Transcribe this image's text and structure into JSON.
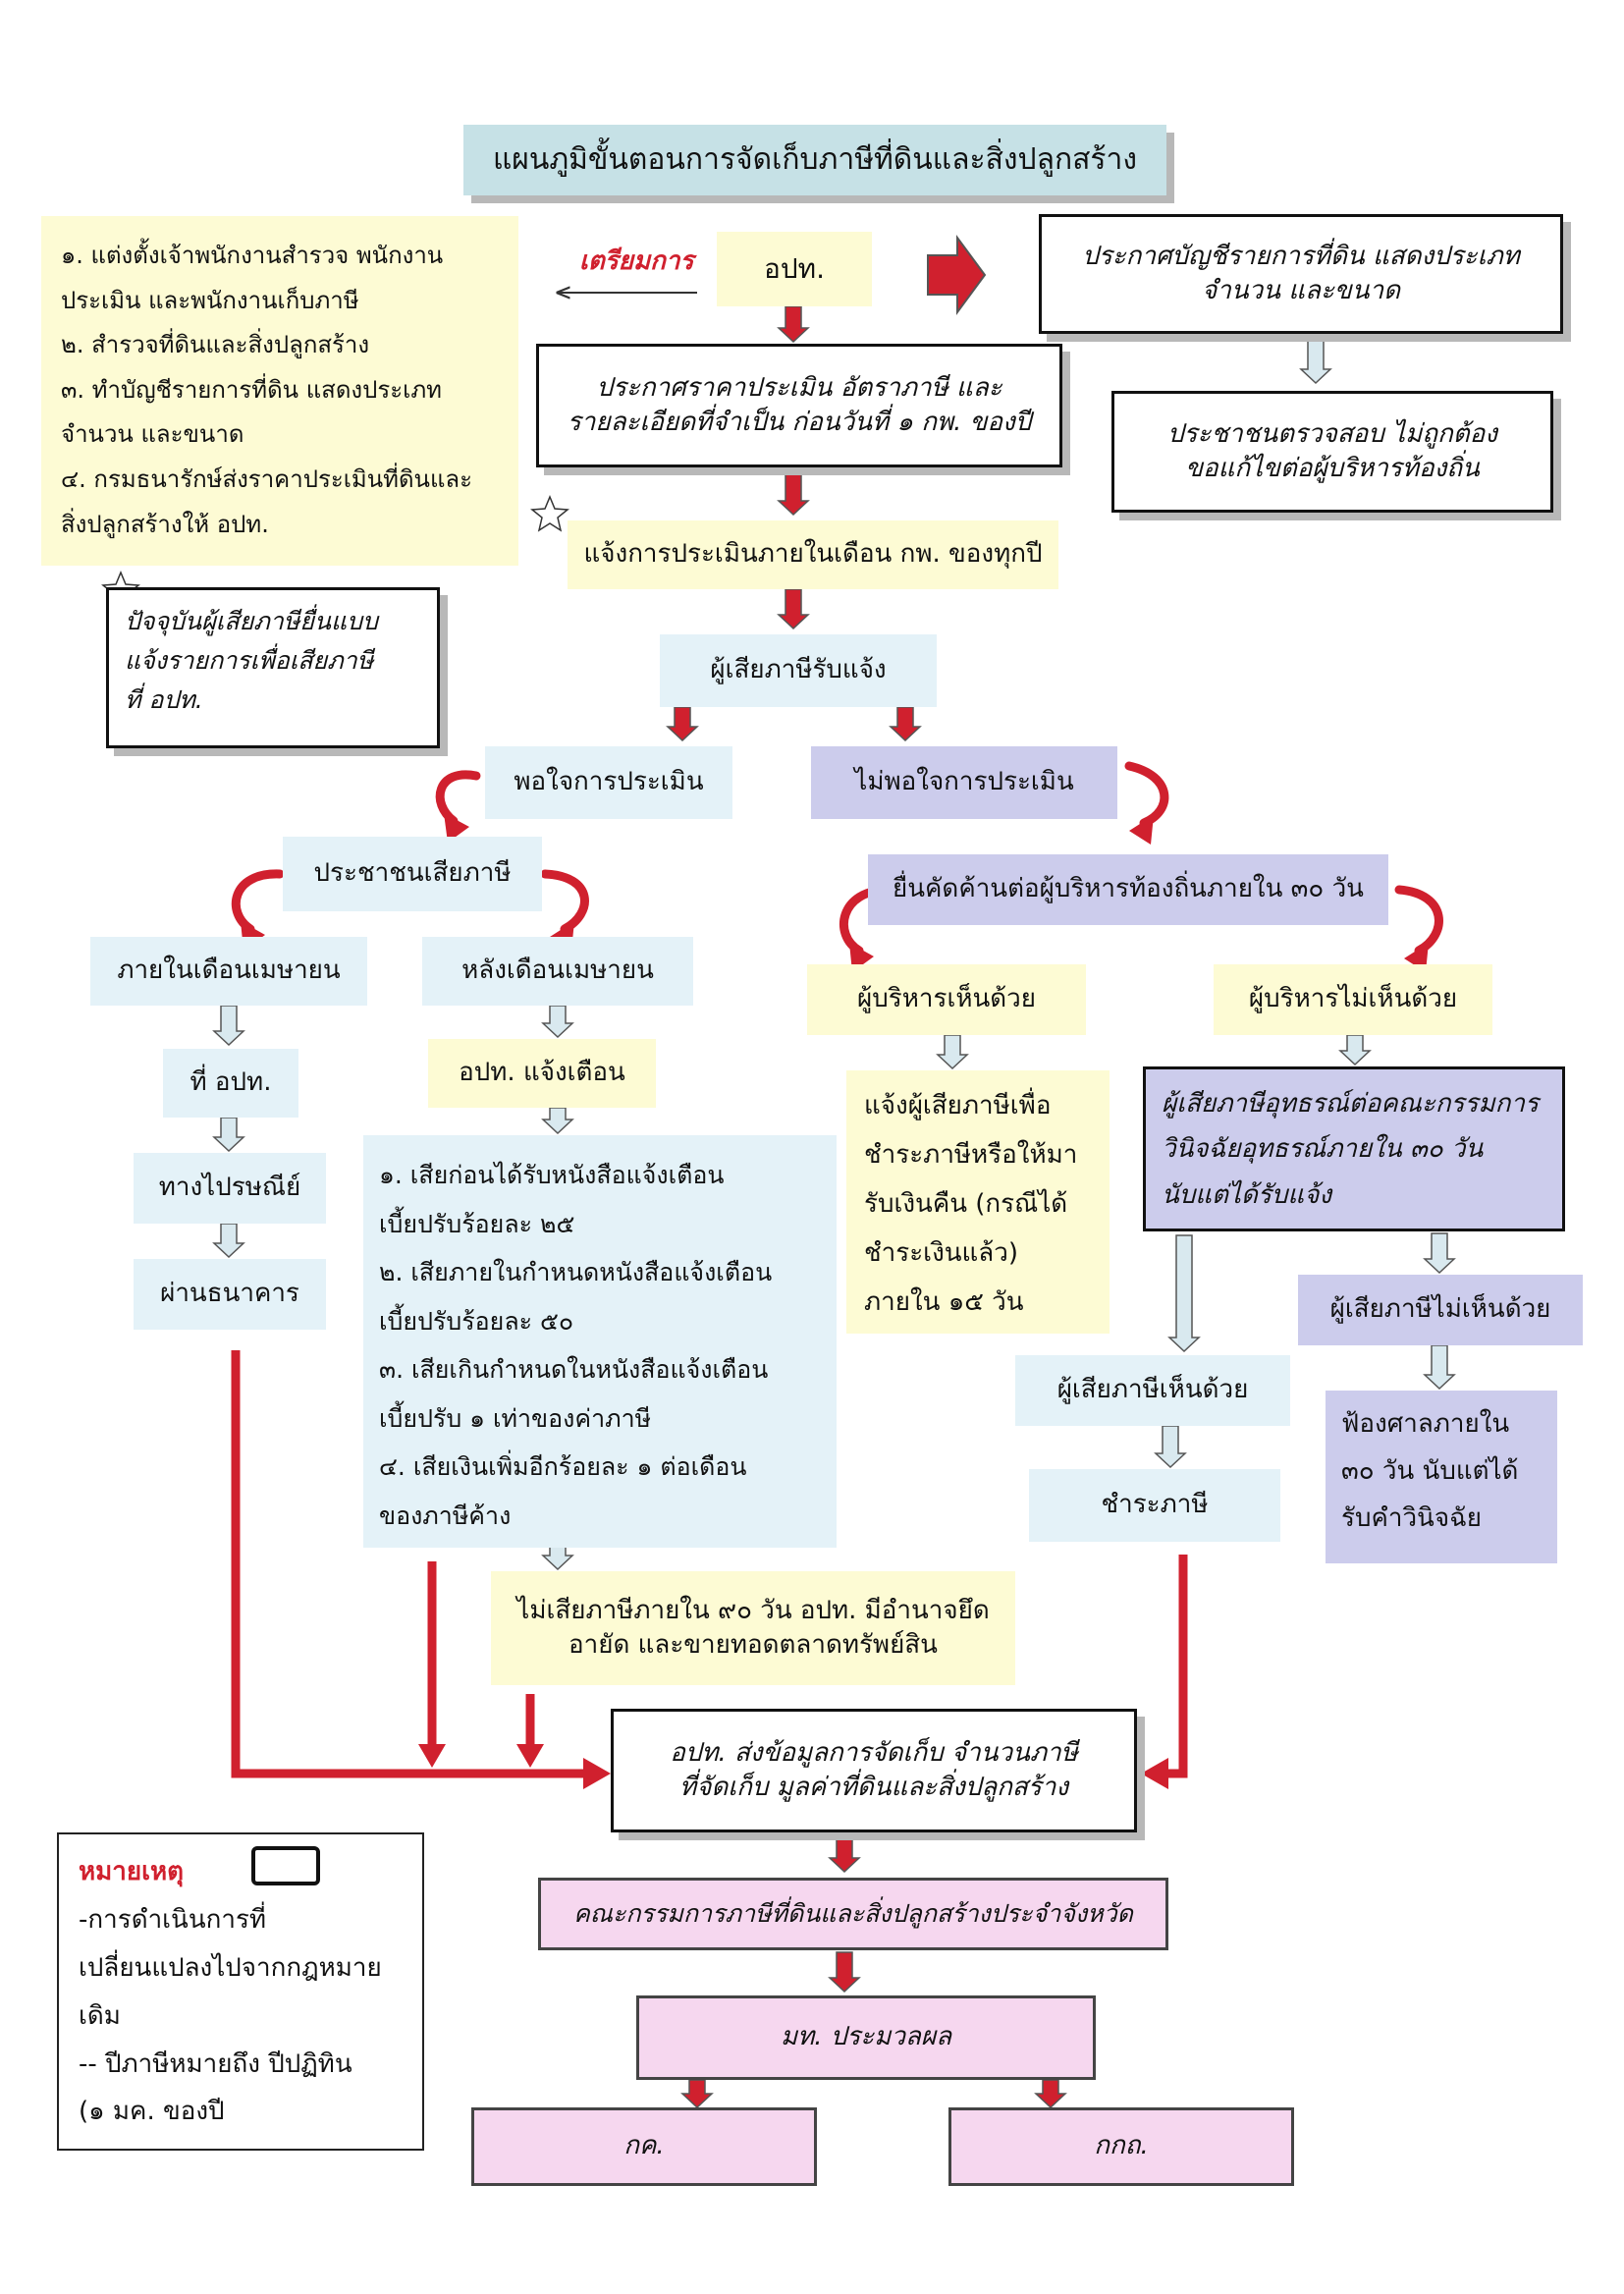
{
  "title": "แผนภูมิขั้นตอนการจัดเก็บภาษีที่ดินและสิ่งปลูกสร้าง",
  "prep": {
    "label": "เตรียมการ",
    "items": [
      "๑. แต่งตั้งเจ้าพนักงานสำรวจ พนักงาน",
      "ประเมิน และพนักงานเก็บภาษี",
      "๒. สำรวจที่ดินและสิ่งปลูกสร้าง",
      "๓. ทำบัญชีรายการที่ดิน แสดงประเภท",
      "จำนวน และขนาด",
      "๔. กรมธนารักษ์ส่งราคาประเมินที่ดินและ",
      "สิ่งปลูกสร้างให้ อปท."
    ]
  },
  "current": [
    "ปัจจุบันผู้เสียภาษียื่นแบบ",
    "แจ้งรายการเพื่อเสียภาษี",
    "ที่ อปท."
  ],
  "opt": "อปท.",
  "announce_price": [
    "ประกาศราคาประเมิน อัตราภาษี และ",
    "รายละเอียดที่จำเป็น ก่อนวันที่ ๑ กพ. ของปี"
  ],
  "announce_list": [
    "ประกาศบัญชีรายการที่ดิน แสดงประเภท",
    "จำนวน และขนาด"
  ],
  "public_check": [
    "ประชาชนตรวจสอบ ไม่ถูกต้อง",
    "ขอแก้ไขต่อผู้บริหารท้องถิ่น"
  ],
  "notify": "แจ้งการประเมินภายในเดือน กพ. ของทุกปี",
  "receive": "ผู้เสียภาษีรับแจ้ง",
  "satisfied": "พอใจการประเมิน",
  "unsatisfied": "ไม่พอใจการประเมิน",
  "pay": "ประชาชนเสียภาษี",
  "within_april": "ภายในเดือนเมษายน",
  "after_april": "หลังเดือนเมษายน",
  "at_opt": "ที่ อปท.",
  "post": "ทางไปรษณีย์",
  "bank": "ผ่านธนาคาร",
  "opt_warn": "อปท. แจ้งเตือน",
  "penalties": [
    "๑. เสียก่อนได้รับหนังสือแจ้งเตือน",
    "เบี้ยปรับร้อยละ ๒๕",
    "๒. เสียภายในกำหนดหนังสือแจ้งเตือน",
    "เบี้ยปรับร้อยละ ๕๐",
    "๓. เสียเกินกำหนดในหนังสือแจ้งเตือน",
    "เบี้ยปรับ ๑ เท่าของค่าภาษี",
    "๔. เสียเงินเพิ่มอีกร้อยละ ๑ ต่อเดือน",
    "ของภาษีค้าง"
  ],
  "seize": [
    "ไม่เสียภาษีภายใน ๙๐ วัน อปท. มีอำนาจยึด",
    "อายัด และขายทอดตลาดทรัพย์สิน"
  ],
  "object": "ยื่นคัดค้านต่อผู้บริหารท้องถิ่นภายใน ๓๐ วัน",
  "exec_agree": "ผู้บริหารเห็นด้วย",
  "exec_disagree": "ผู้บริหารไม่เห็นด้วย",
  "refund": [
    "แจ้งผู้เสียภาษีเพื่อ",
    "ชำระภาษีหรือให้มา",
    "รับเงินคืน (กรณีได้",
    "ชำระเงินแล้ว)",
    "ภายใน ๑๕ วัน"
  ],
  "appeal": [
    "ผู้เสียภาษีอุทธรณ์ต่อคณะกรรมการ",
    "วินิจฉัยอุทธรณ์ภายใน ๓๐ วัน",
    "นับแต่ได้รับแจ้ง"
  ],
  "tp_agree": "ผู้เสียภาษีเห็นด้วย",
  "tp_disagree": "ผู้เสียภาษีไม่เห็นด้วย",
  "pay_tax": "ชำระภาษี",
  "court": [
    "ฟ้องศาลภายใน",
    "๓๐ วัน นับแต่ได้",
    "รับคำวินิจฉัย"
  ],
  "send_data": [
    "อปท. ส่งข้อมูลการจัดเก็บ จำนวนภาษี",
    "ที่จัดเก็บ มูลค่าที่ดินและสิ่งปลูกสร้าง"
  ],
  "committee": "คณะกรรมการภาษีที่ดินและสิ่งปลูกสร้างประจำจังหวัด",
  "mt": "มท. ประมวลผล",
  "kk": "กค.",
  "kkt": "กกถ.",
  "note": {
    "title": "หมายเหตุ",
    "lines": [
      "-การดำเนินการที่",
      "เปลี่ยนแปลงไปจากกฎหมาย",
      "เดิม",
      "-- ปีภาษีหมายถึง ปีปฏิทิน",
      "(๑ มค. ของปี"
    ]
  },
  "colors": {
    "red": "#d0202e",
    "blue": "#e4f2f8",
    "yellow": "#fdfbd4",
    "lavender": "#ccccec",
    "pink": "#f6d7ef",
    "title_bg": "#c6e1e6"
  }
}
